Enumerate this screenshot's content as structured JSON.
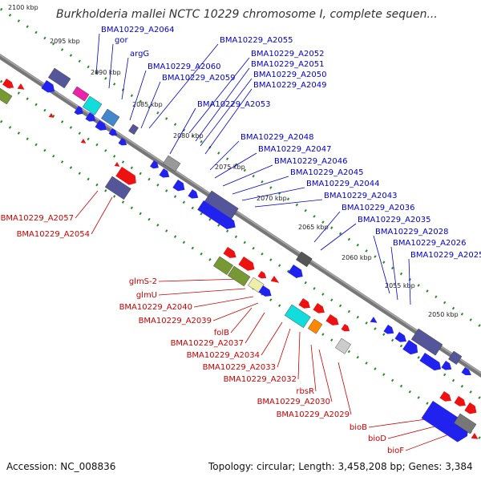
{
  "title": "Burkholderia mallei NCTC 10229 chromosome I, complete sequen...",
  "footer": {
    "accession": "Accession: NC_008836",
    "summary": "Topology: circular; Length: 3,458,208 bp; Genes: 3,384"
  },
  "colors": {
    "forward_label": "#0000cc",
    "reverse_label": "#cc0000",
    "backbone": "#777777",
    "tick_dots": "#2a8a2a"
  },
  "ticks": [
    "2100 kbp",
    "2095 kbp",
    "2090 kbp",
    "2085 kbp",
    "2080 kbp",
    "2075 kbp",
    "2070 kbp",
    "2065 kbp",
    "2060 kbp",
    "2055 kbp",
    "2050 kbp"
  ],
  "forward_labels": [
    "BMA10229_A2064",
    "gor",
    "argG",
    "BMA10229_A2055",
    "BMA10229_A2052",
    "BMA10229_A2051",
    "BMA10229_A2060",
    "BMA10229_A2050",
    "BMA10229_A2059",
    "BMA10229_A2049",
    "BMA10229_A2053",
    "BMA10229_A2048",
    "BMA10229_A2047",
    "BMA10229_A2046",
    "BMA10229_A2045",
    "BMA10229_A2044",
    "BMA10229_A2043",
    "BMA10229_A2036",
    "BMA10229_A2035",
    "BMA10229_A2028",
    "BMA10229_A2026",
    "BMA10229_A2025"
  ],
  "reverse_labels": [
    "BMA10229_A2057",
    "BMA10229_A2054",
    "glmS-2",
    "glmU",
    "BMA10229_A2040",
    "BMA10229_A2039",
    "folB",
    "BMA10229_A2037",
    "BMA10229_A2034",
    "BMA10229_A2033",
    "BMA10229_A2032",
    "rbsR",
    "BMA10229_A2030",
    "BMA10229_A2029",
    "bioB",
    "bioD",
    "bioF"
  ]
}
